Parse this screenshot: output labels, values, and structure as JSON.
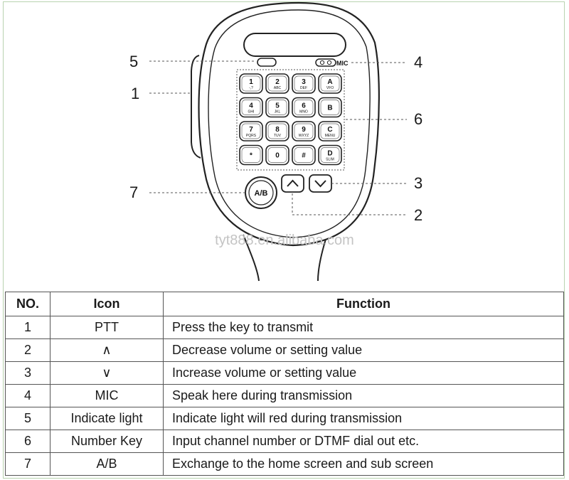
{
  "diagram": {
    "callouts": [
      {
        "num": "5",
        "target": "indicate-light"
      },
      {
        "num": "1",
        "target": "ptt-key"
      },
      {
        "num": "4",
        "target": "mic"
      },
      {
        "num": "6",
        "target": "number-keypad"
      },
      {
        "num": "3",
        "target": "down-key"
      },
      {
        "num": "7",
        "target": "ab-key"
      },
      {
        "num": "2",
        "target": "up-key"
      }
    ],
    "mic_label": "MIC",
    "ab_label": "A/B",
    "watermark": "tyt888.en.alibaba.com",
    "keypad": [
      [
        {
          "big": "1",
          "small": "-,?"
        },
        {
          "big": "2",
          "small": "ABC"
        },
        {
          "big": "3",
          "small": "DEF"
        },
        {
          "big": "A",
          "small": "VFO"
        }
      ],
      [
        {
          "big": "4",
          "small": "GHI"
        },
        {
          "big": "5",
          "small": "JKL"
        },
        {
          "big": "6",
          "small": "MNO"
        },
        {
          "big": "B",
          "small": ""
        }
      ],
      [
        {
          "big": "7",
          "small": "PQRS"
        },
        {
          "big": "8",
          "small": "TUV"
        },
        {
          "big": "9",
          "small": "WXYZ"
        },
        {
          "big": "C",
          "small": "MENU"
        }
      ],
      [
        {
          "big": "*",
          "small": ""
        },
        {
          "big": "0",
          "small": ""
        },
        {
          "big": "#",
          "small": ""
        },
        {
          "big": "D",
          "small": "SLIM"
        }
      ]
    ]
  },
  "table": {
    "headers": {
      "no": "NO.",
      "icon": "Icon",
      "function": "Function"
    },
    "rows": [
      {
        "no": "1",
        "icon": "PTT",
        "function": "Press the key to transmit"
      },
      {
        "no": "2",
        "icon": "∧",
        "function": "Decrease volume or setting value"
      },
      {
        "no": "3",
        "icon": "∨",
        "function": "Increase volume or setting value"
      },
      {
        "no": "4",
        "icon": "MIC",
        "function": "Speak here during transmission"
      },
      {
        "no": "5",
        "icon": "Indicate light",
        "function": "Indicate light will red during transmission"
      },
      {
        "no": "6",
        "icon": "Number Key",
        "function": "Input channel number or DTMF dial out etc."
      },
      {
        "no": "7",
        "icon": "A/B",
        "function": "Exchange to the home screen and sub screen"
      }
    ]
  }
}
